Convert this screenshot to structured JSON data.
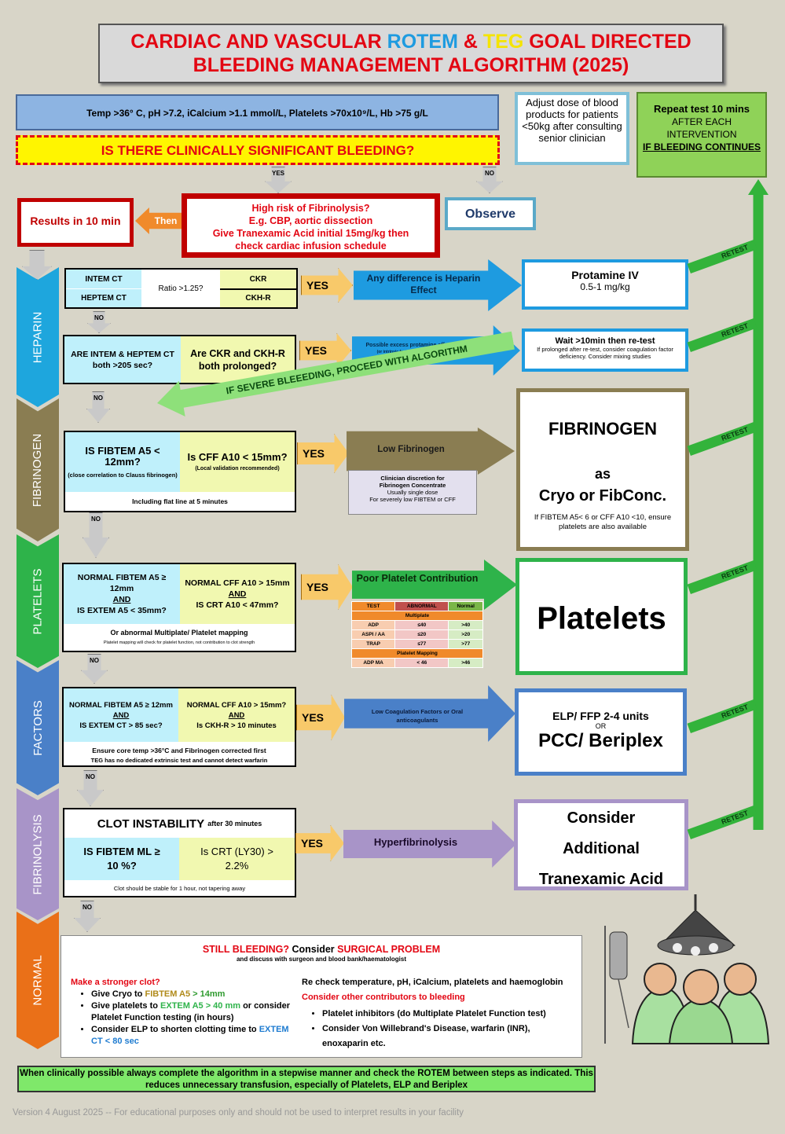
{
  "title": {
    "line1_part1": "CARDIAC AND VASCULAR ",
    "line1_rotem": "ROTEM",
    "line1_amp": " & ",
    "line1_teg": "TEG",
    "line1_part2": " GOAL DIRECTED",
    "line2": "BLEEDING MANAGEMENT ALGORITHM (2025)"
  },
  "prereq": "Temp >36° C, pH >7.2, iCalcium >1.1 mmol/L, Platelets >70x10⁹/L, Hb >75 g/L",
  "question": "IS THERE CLINICALLY SIGNIFICANT BLEEDING?",
  "adjust_dose": "Adjust dose of blood products for patients <50kg after consulting senior clinician",
  "repeat": {
    "line1": "Repeat test 10 mins",
    "line2": "AFTER EACH INTERVENTION",
    "line3": "IF BLEEDING CONTINUES"
  },
  "labels": {
    "yes": "YES",
    "no": "NO",
    "then": "Then",
    "retest": "RETEST"
  },
  "results_10min": "Results in 10 min",
  "fibrinolysis_risk": {
    "l1": "High risk of Fibrinolysis?",
    "l2": "E.g. CBP, aortic dissection",
    "l3": "Give Tranexamic Acid initial 15mg/kg then",
    "l4": "check cardiac infusion schedule"
  },
  "observe": "Observe",
  "sidebar": [
    "HEPARIN",
    "FIBRINOGEN",
    "PLATELETS",
    "FACTORS",
    "FIBRINOLYSIS",
    "NORMAL"
  ],
  "heparin1": {
    "intem": "INTEM CT",
    "heptem": "HEPTEM CT",
    "ratio": "Ratio >1.25?",
    "ckr": "CKR",
    "ckhr": "CKH-R",
    "arrow": "Any difference is Heparin Effect",
    "result_title": "Protamine IV",
    "result_dose": "0.5-1 mg/kg"
  },
  "heparin2": {
    "left": "ARE INTEM & HEPTEM CT both >205 sec?",
    "right": "Are CKR and CKH-R both prolonged?",
    "arrow": "Possible excess protamine affecting factor V",
    "arrow_sub": "(or intrinsic factor deficiency or factor Xa inhibitor)",
    "result_title": "Wait >10min then re-test",
    "result_sub": "If prolonged after re-test, consider coagulation factor deficiency. Consider mixing studies"
  },
  "severe": "IF SEVERE BLEEEDING, PROCEED WITH ALGORITHM",
  "fibrinogen": {
    "left": "IS FIBTEM A5 < 12mm?",
    "left_sub": "(close correlation to Clauss fibrinogen)",
    "right": "Is CFF A10 < 15mm?",
    "right_sub": "(Local validation recommended)",
    "foot": "Including flat line at 5 minutes",
    "arrow": "Low Fibrinogen",
    "note_t1": "Clinician discretion for",
    "note_t2": "Fibrinogen Concentrate",
    "note_l3": "Usually single dose",
    "note_l4": "For severely low FIBTEM or CFF",
    "r1": "FIBRINOGEN",
    "r2": "as",
    "r3": "Cryo or FibConc.",
    "r4": "If FIBTEM A5< 6 or CFF A10 <10, ensure platelets are also available"
  },
  "platelets": {
    "l1": "NORMAL FIBTEM A5 ≥ 12mm",
    "l2": "AND",
    "l3": "IS EXTEM A5 < 35mm?",
    "r1": "NORMAL CFF A10 > 15mm",
    "r2": "AND",
    "r3": "IS CRT A10 < 47mm?",
    "foot": "Or abnormal Multiplate/ Platelet mapping",
    "foot_sub": "Platelet mapping will check for platelet function, not contribution to clot strength",
    "arrow": "Poor Platelet Contribution",
    "result": "Platelets",
    "table_head": [
      "TEST",
      "ABNORMAL",
      "Normal"
    ],
    "table_sub1": "Multiplate",
    "table_rows": [
      [
        "ADP",
        "≤40",
        ">40"
      ],
      [
        "ASPI / AA",
        "≤20",
        ">20"
      ],
      [
        "TRAP",
        "≤77",
        ">77"
      ]
    ],
    "table_sub2": "Platelet Mapping",
    "table_last": [
      "ADP MA",
      "< 46",
      ">46"
    ]
  },
  "factors": {
    "l1": "NORMAL FIBTEM A5 ≥ 12mm",
    "l2": "AND",
    "l3": "IS EXTEM CT > 85 sec?",
    "r1": "NORMAL CFF A10 > 15mm?",
    "r2": "AND",
    "r3": "Is CKH-R > 10 minutes",
    "foot": "Ensure core temp >36°C and Fibrinogen corrected first",
    "foot_sub": "TEG has no dedicated extrinsic test and cannot detect warfarin",
    "arrow": "Low Coagulation Factors or Oral anticoagulants",
    "res1": "ELP/ FFP 2-4 units",
    "res_or": "OR",
    "res2": "PCC/ Beriplex"
  },
  "lysis": {
    "title": "CLOT INSTABILITY",
    "title_sub": "after 30 minutes",
    "left": "IS FIBTEM ML ≥ 10 %?",
    "right": "Is CRT (LY30) > 2.2%",
    "foot": "Clot should be stable for 1 hour, not tapering away",
    "arrow": "Hyperfibrinolysis",
    "r1": "Consider",
    "r2": "Additional",
    "r3": "Tranexamic Acid"
  },
  "normal": {
    "h_red1": "STILL BLEEDING?",
    "h_black": " Consider ",
    "h_red2": "SURGICAL PROBLEM",
    "sub": "and discuss with surgeon and blood bank/haematologist",
    "stronger": "Make a stronger clot?",
    "b1_a": "Give Cryo to ",
    "b1_b": "FIBTEM A5",
    "b1_c": " > 14mm",
    "b2_a": "Give platelets to ",
    "b2_b": "EXTEM A5 > 40 mm",
    "b2_c": " or consider Platelet Function testing (in hours)",
    "b3_a": "Consider ELP to shorten clotting time to ",
    "b3_b": "EXTEM CT < 80 sec",
    "recheck": "Re check temperature, pH, iCalcium, platelets and haemoglobin",
    "other": "Consider other contributors to bleeding",
    "r_b1": "Platelet inhibitors (do Multiplate Platelet Function test)",
    "r_b2": "Consider Von Willebrand's Disease, warfarin (INR), enoxaparin etc."
  },
  "footer": "When clinically possible always complete the algorithm in a stepwise manner and check the ROTEM between steps as indicated. This reduces unnecessary transfusion, especially of Platelets, ELP and Beriplex",
  "version": "Version 4 August 2025 -- For educational purposes only and should not be used to interpret results in your facility"
}
